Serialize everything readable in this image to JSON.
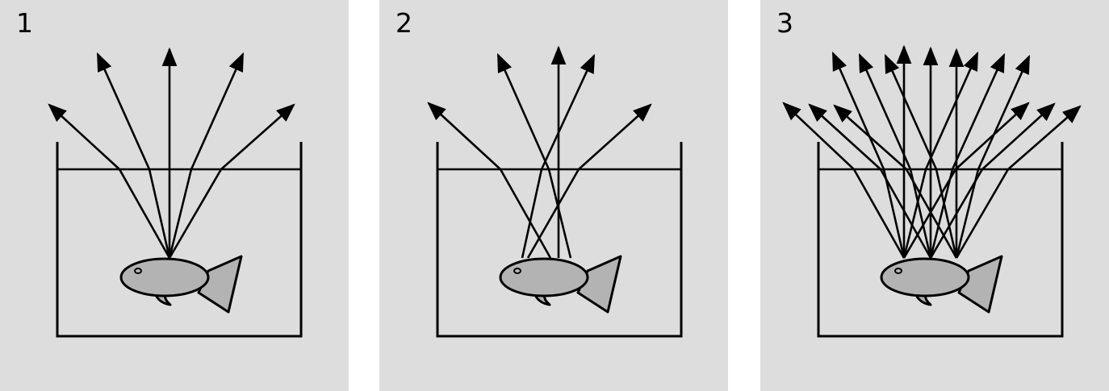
{
  "panels": [
    {
      "label": "1",
      "description_icon": "fish-icon"
    },
    {
      "label": "2",
      "description_icon": "fish-icon"
    },
    {
      "label": "3",
      "description_icon": "fish-icon"
    }
  ],
  "colors": {
    "panel_background": "#dddddd",
    "fish_fill": "#b3b3b3",
    "line": "#000000"
  }
}
